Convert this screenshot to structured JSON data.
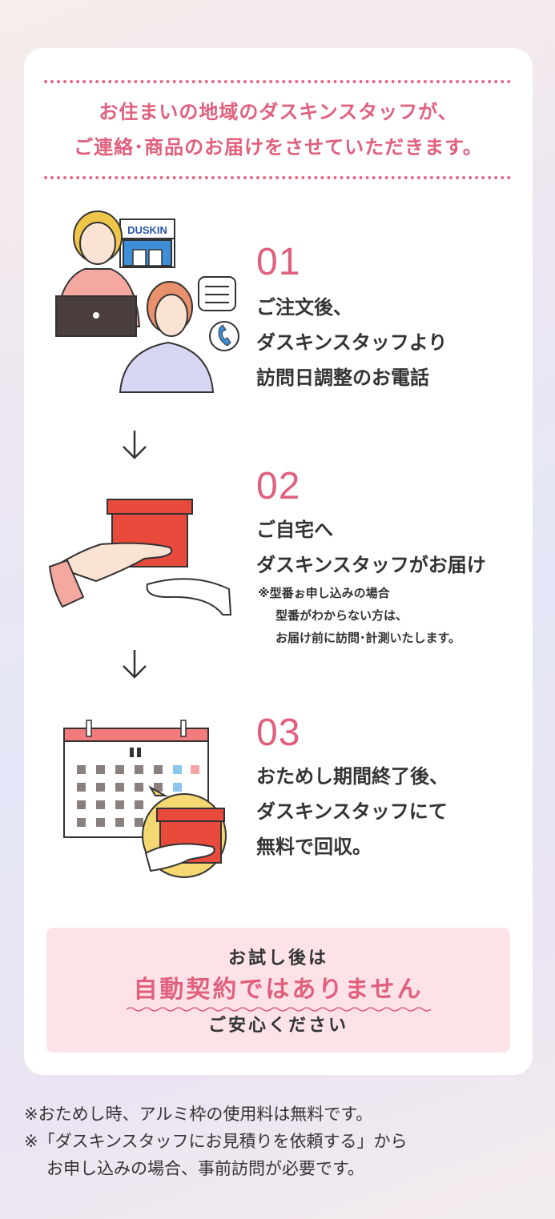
{
  "intro": {
    "line1": "お住まいの地域のダスキンスタッフが、",
    "line2": "ご連絡･商品のお届けをさせていただきます。"
  },
  "steps": [
    {
      "number": "01",
      "lines": [
        "ご注文後、",
        "ダスキンスタッフより",
        "訪問日調整のお電話"
      ],
      "illustration": "staff-phone-call-illustration",
      "store_sign": "DUSKIN"
    },
    {
      "number": "02",
      "lines": [
        "ご自宅へ",
        "ダスキンスタッフがお届け"
      ],
      "note": [
        "※型番ぉ申し込みの場合",
        "型番がわからない方は、",
        "お届け前に訪問･計測いたします。"
      ],
      "illustration": "package-handover-illustration"
    },
    {
      "number": "03",
      "lines": [
        "おためし期間終了後、",
        "ダスキンスタッフにて",
        "無料で回収。"
      ],
      "illustration": "calendar-package-illustration"
    }
  ],
  "arrow_icon": "down-arrow-icon",
  "notice": {
    "line1": "お試し後は",
    "line2": "自動契約ではありません",
    "line3": "ご安心ください"
  },
  "footnotes": {
    "line1": "※おためし時、アルミ枠の使用料は無料です。",
    "line2": "※「ダスキンスタッフにお見積りを依頼する」から",
    "line3": "お申し込みの場合、事前訪問が必要です。"
  },
  "colors": {
    "accent": "#e0607d",
    "box_red": "#e84a3c",
    "notice_bg": "#fde3e8",
    "text": "#333333"
  }
}
